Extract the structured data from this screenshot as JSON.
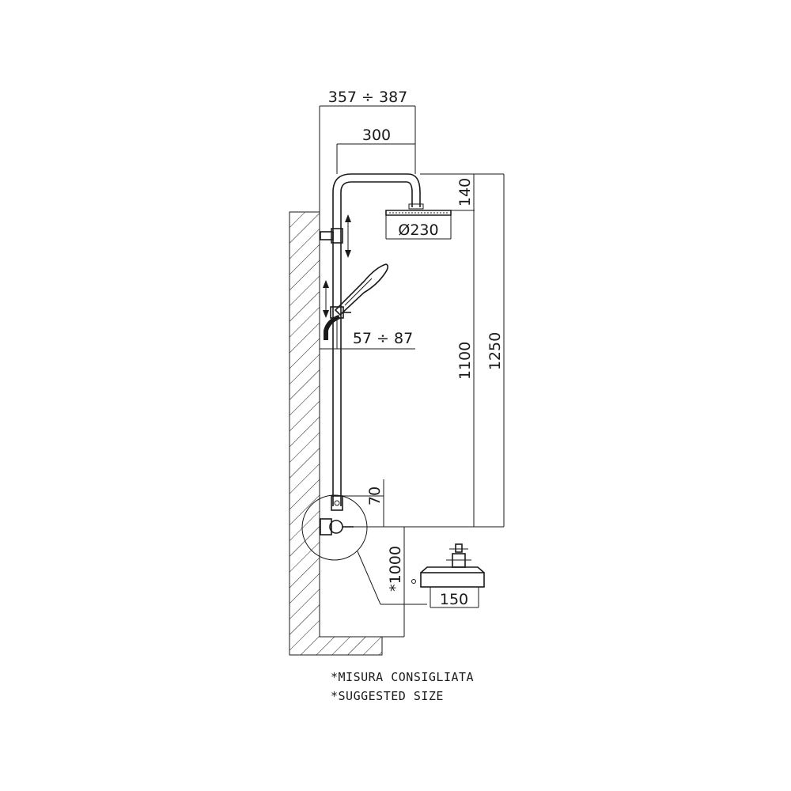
{
  "dimensions": {
    "total_reach": "357 ÷ 387",
    "arm_length": "300",
    "head_drop": "140",
    "head_diameter": "Ø230",
    "total_height": "1250",
    "column_height": "1100",
    "handshower_reach": "57 ÷ 87",
    "mixer_offset": "70",
    "install_height": "*1000",
    "mixer_width": "150"
  },
  "notes": {
    "line1": "*MISURA CONSIGLIATA",
    "line2": "*SUGGESTED SIZE"
  },
  "colors": {
    "ink": "#1a1a1a",
    "background": "#ffffff"
  }
}
